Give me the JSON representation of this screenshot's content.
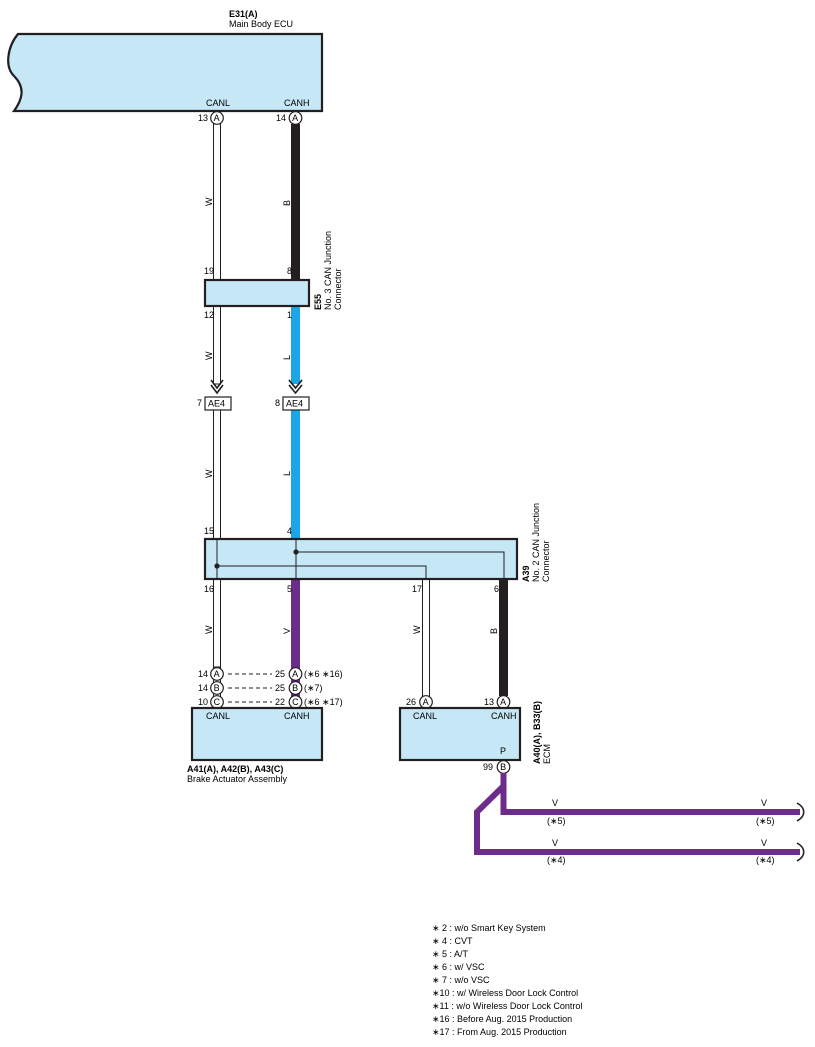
{
  "components": {
    "main_body_ecu": {
      "code": "E31(A)",
      "name": "Main Body ECU",
      "pins": [
        {
          "label": "CANL",
          "num": "13",
          "conn": "A"
        },
        {
          "label": "CANH",
          "num": "14",
          "conn": "A"
        }
      ]
    },
    "can_junction_3": {
      "code": "E55",
      "name_line1": "No. 3 CAN Junction",
      "name_line2": "Connector",
      "pins_top": [
        "19",
        "8"
      ],
      "pins_bottom": [
        "12",
        "1"
      ]
    },
    "ae4_left": {
      "num": "7",
      "label": "AE4"
    },
    "ae4_right": {
      "num": "8",
      "label": "AE4"
    },
    "can_junction_2": {
      "code": "A39",
      "name_line1": "No. 2 CAN Junction",
      "name_line2": "Connector",
      "pins_top": [
        "15",
        "4"
      ],
      "pins_bottom": [
        "16",
        "5",
        "17",
        "6"
      ]
    },
    "brake_actuator": {
      "code": "A41(A), A42(B), A43(C)",
      "name": "Brake Actuator Assembly",
      "canl": "CANL",
      "canh": "CANH",
      "rows": [
        {
          "lnum": "14",
          "lconn": "A",
          "rnum": "25",
          "rconn": "A",
          "note": "(∗6 ∗16)"
        },
        {
          "lnum": "14",
          "lconn": "B",
          "rnum": "25",
          "rconn": "B",
          "note": "(∗7)"
        },
        {
          "lnum": "10",
          "lconn": "C",
          "rnum": "22",
          "rconn": "C",
          "note": "(∗6 ∗17)"
        }
      ]
    },
    "ecm": {
      "code": "A40(A), B33(B)",
      "name": "ECM",
      "canl": "CANL",
      "canh": "CANH",
      "canl_num": "26",
      "canl_conn": "A",
      "canh_num": "13",
      "canh_conn": "A",
      "p_label": "P",
      "p_num": "99",
      "p_conn": "B"
    }
  },
  "wires": {
    "w": "W",
    "b": "B",
    "l": "L",
    "v": "V",
    "branch_upper_note": "(∗5)",
    "branch_lower_note": "(∗4)"
  },
  "colors": {
    "box_fill": "#c6e7f6",
    "black_wire": "#231f20",
    "blue_wire": "#1ba6e6",
    "violet_wire": "#6d2b8a"
  },
  "legend": [
    "∗ 2 : w/o Smart Key System",
    "∗ 4 : CVT",
    "∗ 5 : A/T",
    "∗ 6 : w/ VSC",
    "∗ 7 : w/o VSC",
    "∗10 : w/ Wireless Door Lock Control",
    "∗11 : w/o Wireless Door Lock Control",
    "∗16 : Before Aug.  2015 Production",
    "∗17 : From Aug.  2015 Production"
  ]
}
